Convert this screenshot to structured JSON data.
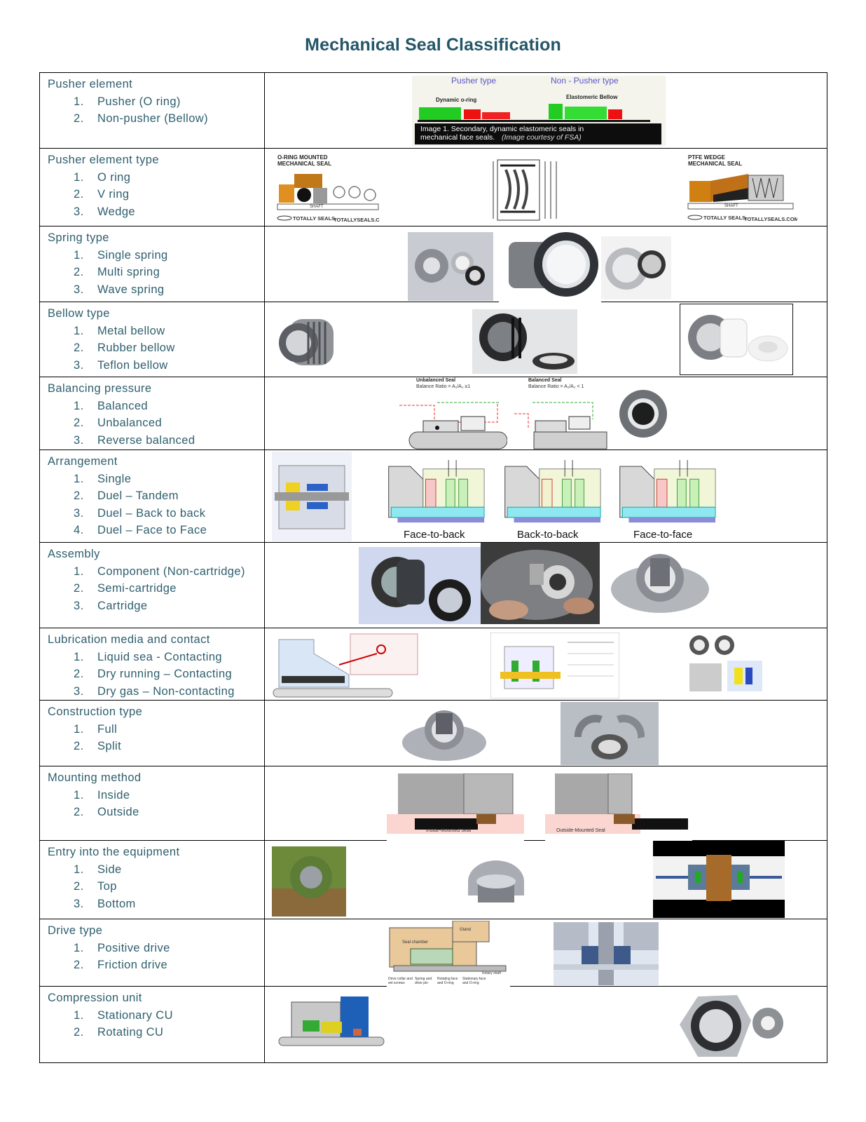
{
  "title": "Mechanical Seal Classification",
  "rows": [
    {
      "title": "Pusher element",
      "items": [
        {
          "n": "1.",
          "t": "Pusher (O ring)"
        },
        {
          "n": "2.",
          "t": "Non-pusher (Bellow)"
        }
      ]
    },
    {
      "title": "Pusher element type",
      "items": [
        {
          "n": "1.",
          "t": "O ring"
        },
        {
          "n": "2.",
          "t": "V ring"
        },
        {
          "n": "3.",
          "t": "Wedge"
        }
      ]
    },
    {
      "title": "Spring type",
      "items": [
        {
          "n": "1.",
          "t": "Single spring"
        },
        {
          "n": "2.",
          "t": "Multi spring"
        },
        {
          "n": "3.",
          "t": "Wave spring"
        }
      ]
    },
    {
      "title": "Bellow type",
      "items": [
        {
          "n": "1.",
          "t": "Metal bellow"
        },
        {
          "n": "2.",
          "t": "Rubber bellow"
        },
        {
          "n": "3.",
          "t": "Teflon bellow"
        }
      ]
    },
    {
      "title": "Balancing pressure",
      "items": [
        {
          "n": "1.",
          "t": "Balanced"
        },
        {
          "n": "2.",
          "t": "Unbalanced"
        },
        {
          "n": "3.",
          "t": "Reverse balanced"
        }
      ]
    },
    {
      "title": "Arrangement",
      "items": [
        {
          "n": "1.",
          "t": "Single"
        },
        {
          "n": "2.",
          "t": "Duel – Tandem"
        },
        {
          "n": "3.",
          "t": "Duel – Back to back"
        },
        {
          "n": "4.",
          "t": "Duel – Face to Face"
        }
      ]
    },
    {
      "title": "Assembly",
      "items": [
        {
          "n": "1.",
          "t": "Component (Non-cartridge)"
        },
        {
          "n": "2.",
          "t": "Semi-cartridge"
        },
        {
          "n": "3.",
          "t": "Cartridge"
        }
      ]
    },
    {
      "title": "Lubrication media and contact",
      "items": [
        {
          "n": "1.",
          "t": "Liquid sea - Contacting"
        },
        {
          "n": "2.",
          "t": "Dry running – Contacting"
        },
        {
          "n": "3.",
          "t": "Dry gas – Non-contacting"
        }
      ]
    },
    {
      "title": "Construction type",
      "items": [
        {
          "n": "1.",
          "t": "Full"
        },
        {
          "n": "2.",
          "t": "Split"
        }
      ]
    },
    {
      "title": "Mounting method",
      "items": [
        {
          "n": "1.",
          "t": "Inside"
        },
        {
          "n": "2.",
          "t": "Outside"
        }
      ]
    },
    {
      "title": "Entry into the equipment",
      "items": [
        {
          "n": "1.",
          "t": "Side"
        },
        {
          "n": "2.",
          "t": "Top"
        },
        {
          "n": "3.",
          "t": "Bottom"
        }
      ]
    },
    {
      "title": "Drive type",
      "items": [
        {
          "n": "1.",
          "t": "Positive drive"
        },
        {
          "n": "2.",
          "t": "Friction drive"
        }
      ]
    },
    {
      "title": "Compression unit",
      "items": [
        {
          "n": "1.",
          "t": "Stationary CU"
        },
        {
          "n": "2.",
          "t": "Rotating CU"
        }
      ]
    }
  ],
  "figures": {
    "pusher": {
      "left": "Pusher type",
      "right": "Non - Pusher type",
      "left_sub": "Dynamic o-ring",
      "right_sub": "Elastomeric Bellow",
      "caption_1": "Image 1. Secondary, dynamic elastomeric seals in",
      "caption_2": "mechanical face seals.",
      "caption_credit": "(Image courtesy of FSA)"
    },
    "oring": {
      "title_1": "O-RING MOUNTED",
      "title_2": "MECHANICAL SEAL",
      "shaft": "SHAFT",
      "brand": "TOTALLY SEALS.",
      "site": "TOTALLYSEALS.COM"
    },
    "ptfe": {
      "title_1": "PTFE WEDGE",
      "title_2": "MECHANICAL SEAL",
      "shaft": "SHAFT",
      "brand": "TOTALLY SEALS.",
      "site": "TOTALLYSEALS.COM"
    },
    "balance": {
      "unbalanced": "Unbalanced Seal",
      "unbalanced_ratio": "Balance Ratio = A₁/A₂ ≥1",
      "balanced": "Balanced Seal",
      "balanced_ratio": "Balance Ratio = A₁/A₂ < 1"
    },
    "arrangement": {
      "cap_1": "Face-to-back",
      "cap_2": "Back-to-back",
      "cap_3": "Face-to-face"
    },
    "mounting": {
      "inside": "Inside-Mounted Seal",
      "outside": "Outside-Mounted Seal"
    },
    "drive": {
      "chamber": "Seal chamber",
      "gland": "Gland",
      "rotary": "Rotary shaft",
      "l1": "Drive collar and set screws",
      "l2": "Spring and drive pin",
      "l3": "Rotating face and O-ring",
      "l4": "Stationary face and O-ring"
    }
  },
  "colors": {
    "title": "#245667",
    "text": "#2f5f6e",
    "border": "#000000"
  }
}
